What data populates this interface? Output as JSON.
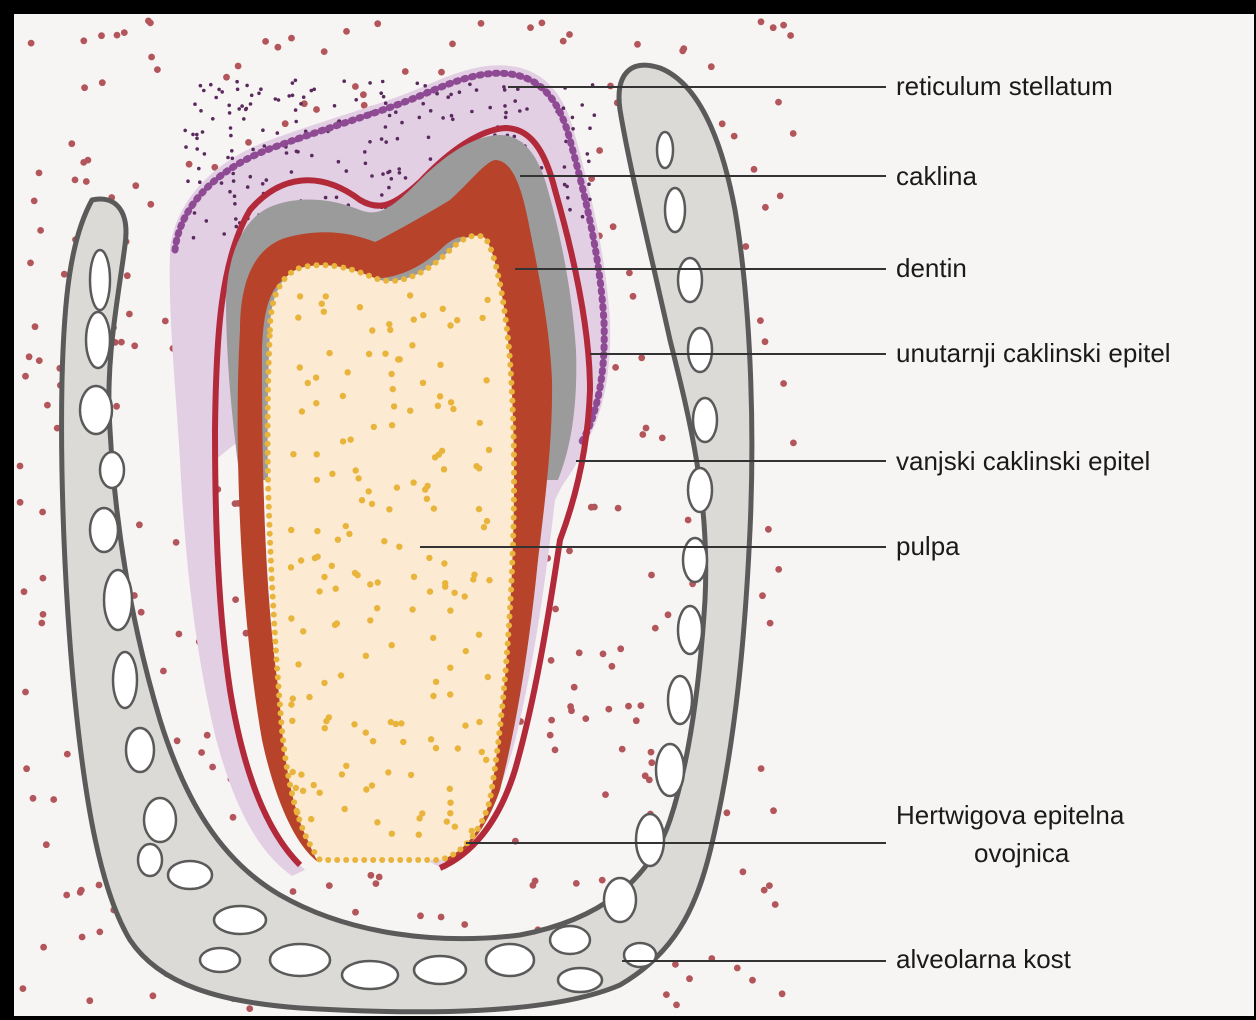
{
  "diagram": {
    "labels": {
      "reticulum": "reticulum stellatum",
      "caklina": "caklina",
      "dentin": "dentin",
      "unutarnji": "unutarnji caklinski epitel",
      "vanjski": "vanjski caklinski epitel",
      "pulpa": "pulpa",
      "hertwig_line1": "Hertwigova epitelna",
      "hertwig_line2": "ovojnica",
      "kost": "alveolarna kost"
    },
    "colors": {
      "background": "#f7f5f3",
      "border": "#000000",
      "bone": "#dcdad6",
      "bone_outline": "#5a5a5a",
      "enamel": "#9b9b9b",
      "dentin": "#b8432b",
      "pulp": "#fcebd2",
      "pulp_cells": "#e9b43c",
      "reticulum": "#dcc5df",
      "epithelium": "#8e4a93",
      "inner_epithelium": "#b22a3a",
      "mesenchyme_dots": "#b3565c",
      "leader_lines": "#333333"
    }
  }
}
